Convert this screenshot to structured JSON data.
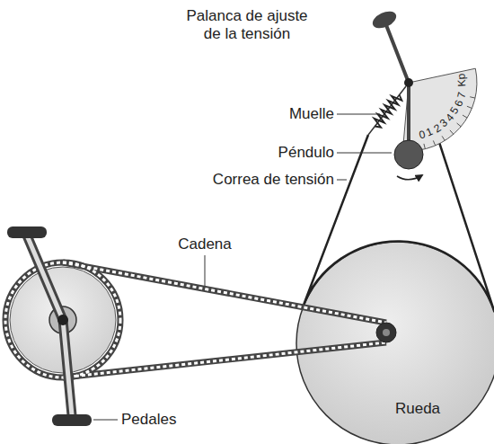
{
  "diagram": {
    "labels": [
      "Palanca de ajuste de la tensión",
      "Muelle",
      "Péndulo",
      "Correa de tensión",
      "Kp",
      "0",
      "1",
      "2",
      "3",
      "4",
      "5",
      "6",
      "7",
      "Cadena",
      "Rueda",
      "Pedales"
    ]
  }
}
